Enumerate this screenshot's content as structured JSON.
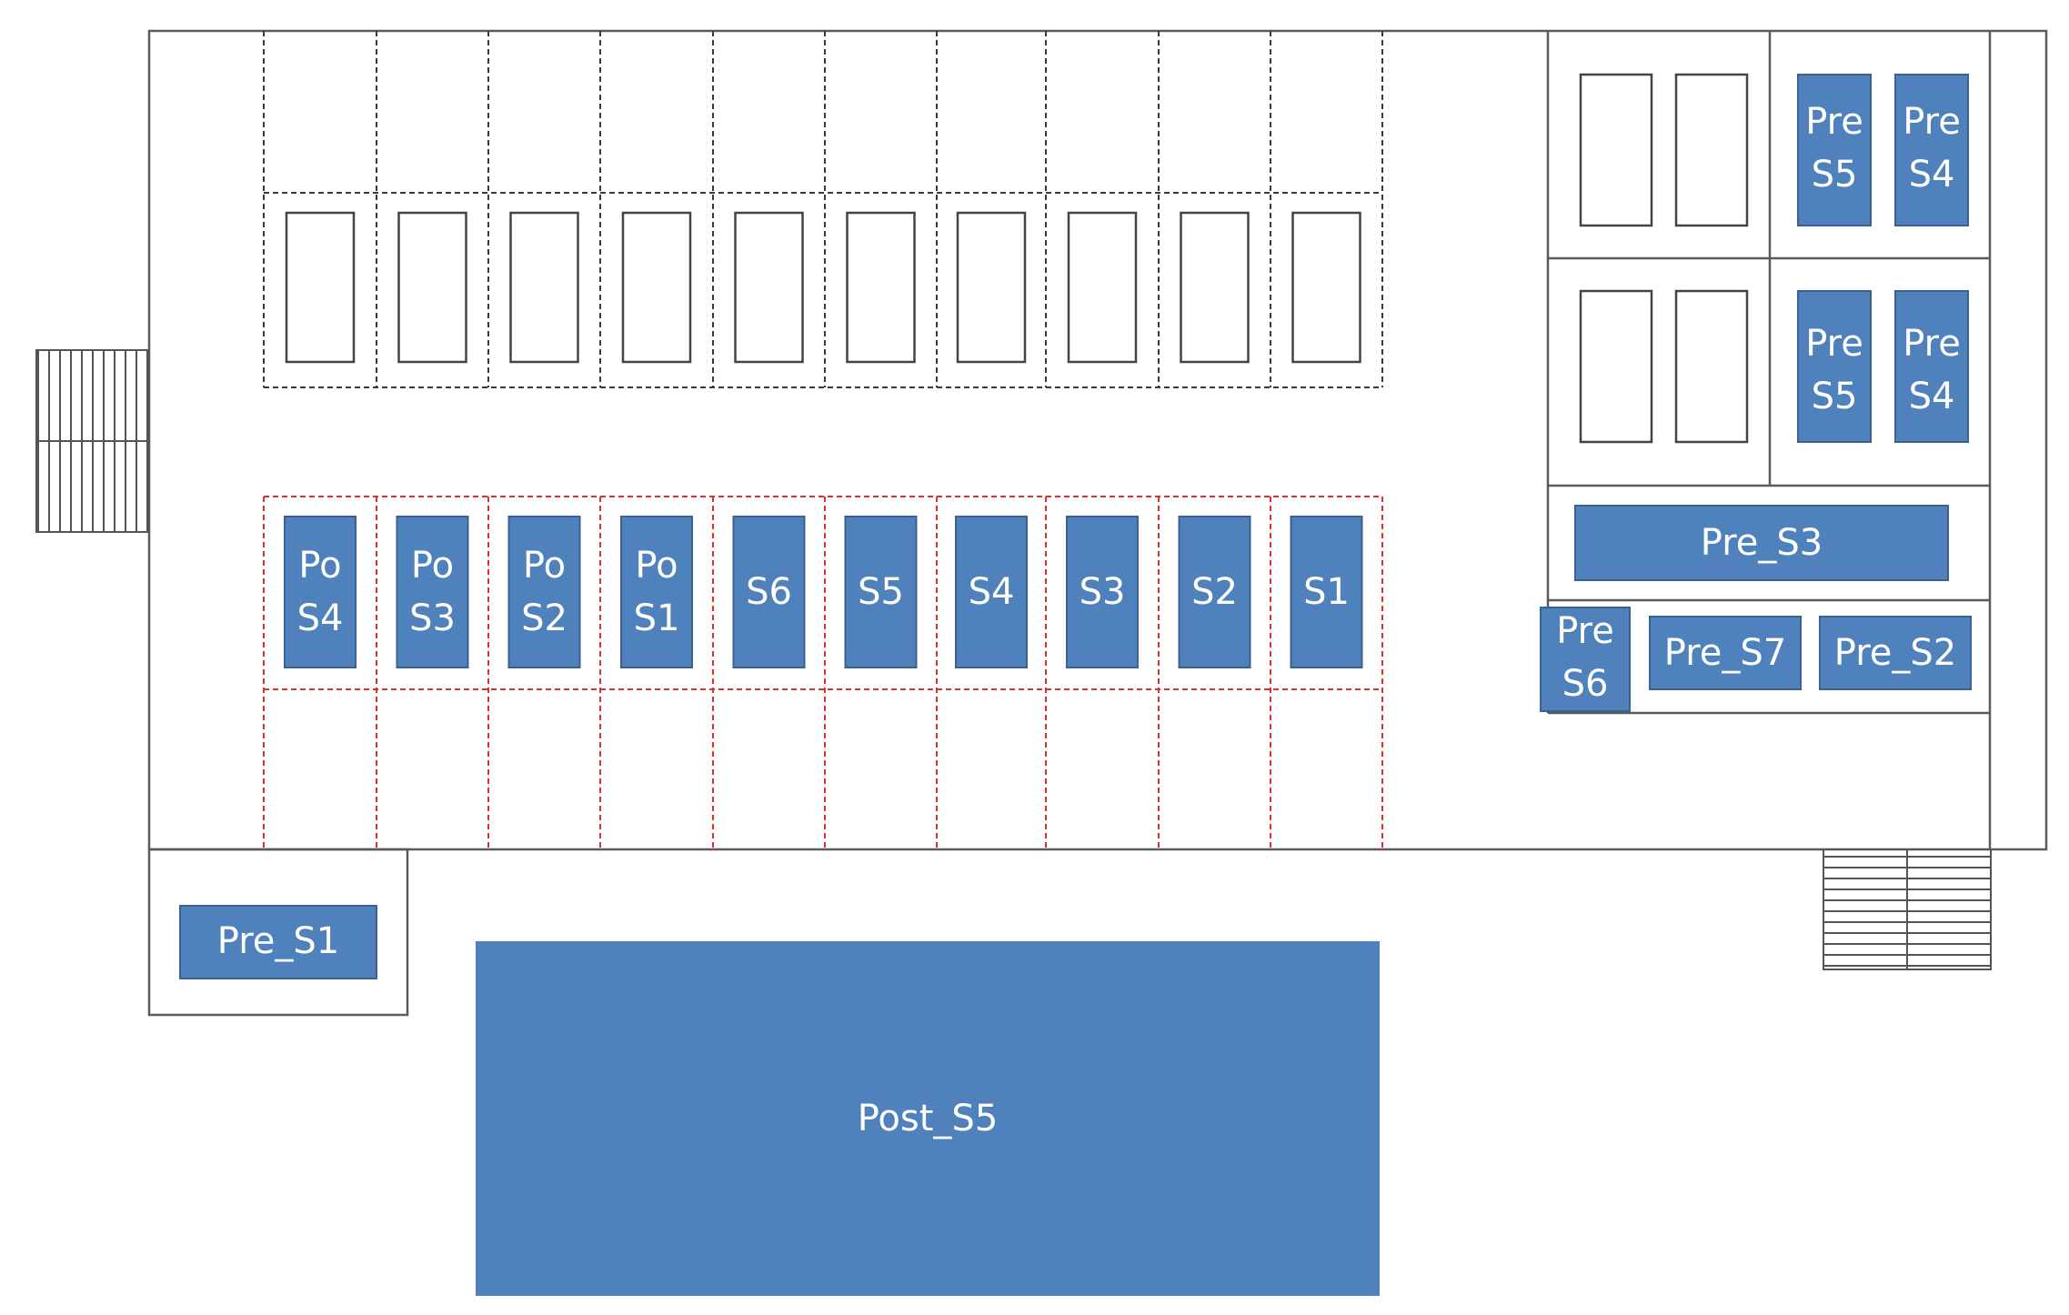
{
  "colors": {
    "block_fill": "#4f81bd",
    "block_stroke": "#3a6190",
    "wall_stroke": "#5a5a5a",
    "dashed_black": "#3a3a3a",
    "dashed_red": "#e03030",
    "label": "#ffffff"
  },
  "lower_row_blocks": [
    {
      "line1": "Po",
      "line2": "S4"
    },
    {
      "line1": "Po",
      "line2": "S3"
    },
    {
      "line1": "Po",
      "line2": "S2"
    },
    {
      "line1": "Po",
      "line2": "S1"
    },
    {
      "line1": "S6",
      "line2": ""
    },
    {
      "line1": "S5",
      "line2": ""
    },
    {
      "line1": "S4",
      "line2": ""
    },
    {
      "line1": "S3",
      "line2": ""
    },
    {
      "line1": "S2",
      "line2": ""
    },
    {
      "line1": "S1",
      "line2": ""
    }
  ],
  "right_room": {
    "top_blocks": [
      {
        "line1": "Pre",
        "line2": "S5"
      },
      {
        "line1": "Pre",
        "line2": "S4"
      }
    ],
    "middle_blocks": [
      {
        "line1": "Pre",
        "line2": "S5"
      },
      {
        "line1": "Pre",
        "line2": "S4"
      }
    ],
    "pre_s3": "Pre_S3",
    "pre_s6": {
      "line1": "Pre",
      "line2": "S6"
    },
    "pre_s7": "Pre_S7",
    "pre_s2": "Pre_S2"
  },
  "pre_s1": "Pre_S1",
  "post_s5": "Post_S5"
}
